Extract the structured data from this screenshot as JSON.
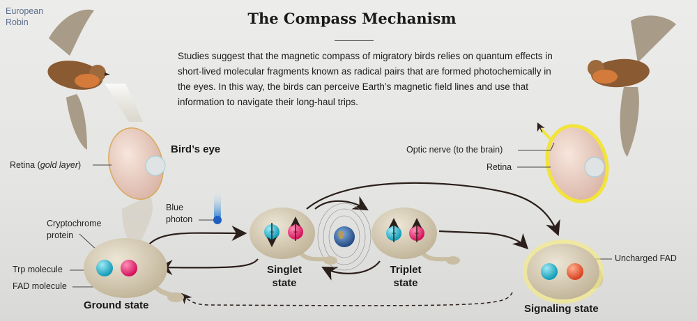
{
  "header": {
    "species_label": "European Robin",
    "title": "The Compass Mechanism",
    "intro": "Studies suggest that the magnetic compass of migratory birds relies on quantum effects in short-lived molecular fragments known as radical pairs that are formed photochemically in the eyes. In this way, the birds can perceive Earth’s magnetic field lines and use that information to navigate their long-haul trips."
  },
  "left_eye": {
    "heading": "Bird’s eye",
    "retina_label": "Retina (",
    "retina_italic": "gold layer",
    "retina_close": ")"
  },
  "right_eye": {
    "optic_nerve_label": "Optic nerve (to the brain)",
    "retina_label": "Retina"
  },
  "photon": {
    "label_line1": "Blue",
    "label_line2": "photon"
  },
  "protein": {
    "label_line1": "Cryptochrome",
    "label_line2": "protein"
  },
  "molecules": {
    "trp": "Trp molecule",
    "fad": "FAD molecule",
    "uncharged_fad": "Uncharged FAD"
  },
  "states": {
    "ground": "Ground state",
    "singlet_1": "Singlet",
    "singlet_2": "state",
    "triplet_1": "Triplet",
    "triplet_2": "state",
    "signaling": "Signaling state"
  },
  "colors": {
    "trp": "#1fb6cf",
    "fad": "#e8246e",
    "uncharged": "#e8553a",
    "protein": "#d5cbb5",
    "arrow": "#2a1f1a",
    "glow": "#f2e43a"
  }
}
